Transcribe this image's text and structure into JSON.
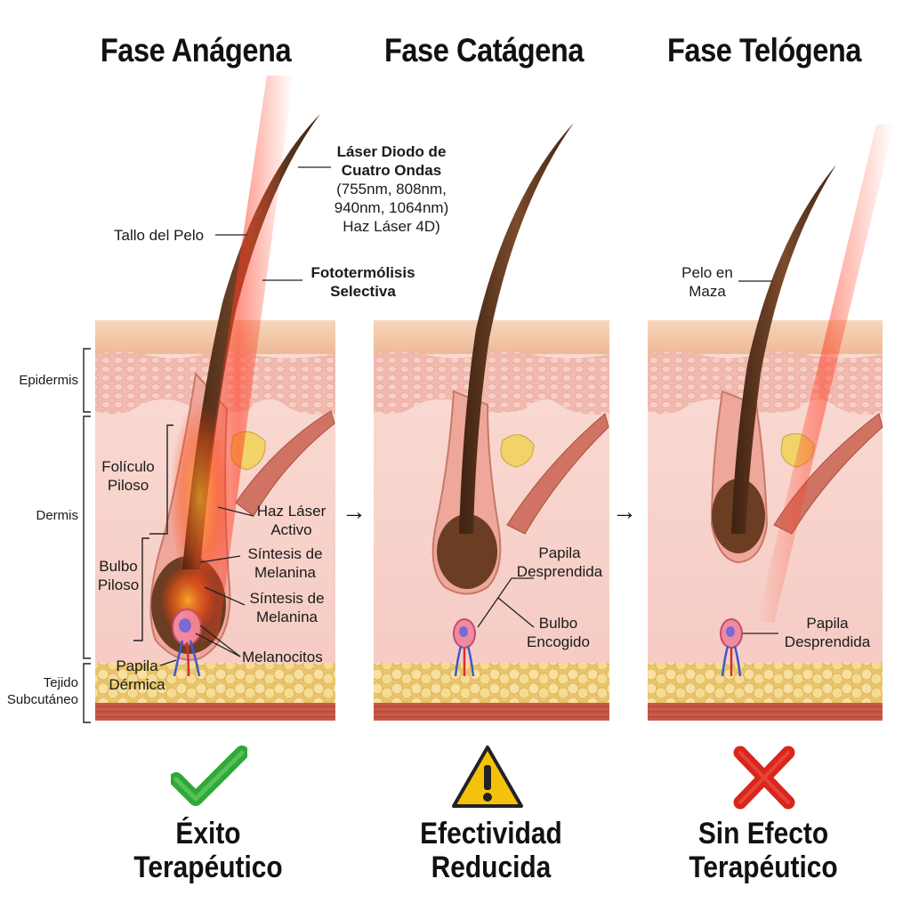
{
  "phases": [
    {
      "title": "Fase Anágena",
      "result_line1": "Éxito",
      "result_line2": "Terapéutico",
      "result_icon": "check-icon"
    },
    {
      "title": "Fase Catágena",
      "result_line1": "Efectividad",
      "result_line2": "Reducida",
      "result_icon": "warning-icon"
    },
    {
      "title": "Fase Telógena",
      "result_line1": "Sin Efecto",
      "result_line2": "Terapéutico",
      "result_icon": "cross-icon"
    }
  ],
  "laser_label": {
    "line1": "Láser Diodo de",
    "line2": "Cuatro Ondas",
    "line3": "(755nm, 808nm,",
    "line4": "940nm, 1064nm)",
    "line5": "Haz Láser 4D)"
  },
  "labels": {
    "tallo": "Tallo del Pelo",
    "fototermolisis_1": "Fototermólisis",
    "fototermolisis_2": "Selectiva",
    "foliculo_1": "Folículo",
    "foliculo_2": "Piloso",
    "bulbo_1": "Bulbo",
    "bulbo_2": "Piloso",
    "haz_activo_1": "Haz Láser",
    "haz_activo_2": "Activo",
    "sintesis_a_1": "Síntesis de",
    "sintesis_a_2": "Melanina",
    "sintesis_b_1": "Síntesis de",
    "sintesis_b_2": "Melanina",
    "melanocitos": "Melanocitos",
    "papila_dermica_1": "Papila",
    "papila_dermica_2": "Dérmica",
    "cat_papila_1": "Papila",
    "cat_papila_2": "Desprendida",
    "cat_bulbo_1": "Bulbo",
    "cat_bulbo_2": "Encogido",
    "tel_pelo_1": "Pelo en",
    "tel_pelo_2": "Maza",
    "tel_papila_1": "Papila",
    "tel_papila_2": "Desprendida"
  },
  "layers": {
    "epidermis": "Epidermis",
    "dermis": "Dermis",
    "subcutaneo_1": "Tejido",
    "subcutaneo_2": "Subcutáneo"
  },
  "colors": {
    "skin_top": "#f3c9a8",
    "dermis": "#f7d4cc",
    "fat": "#f2d98c",
    "muscle": "#c8604f",
    "hair": "#5a3520",
    "laser": "#ff3b2a",
    "check": "#2fa83a",
    "warning": "#f4c20d",
    "cross": "#d8261c"
  }
}
